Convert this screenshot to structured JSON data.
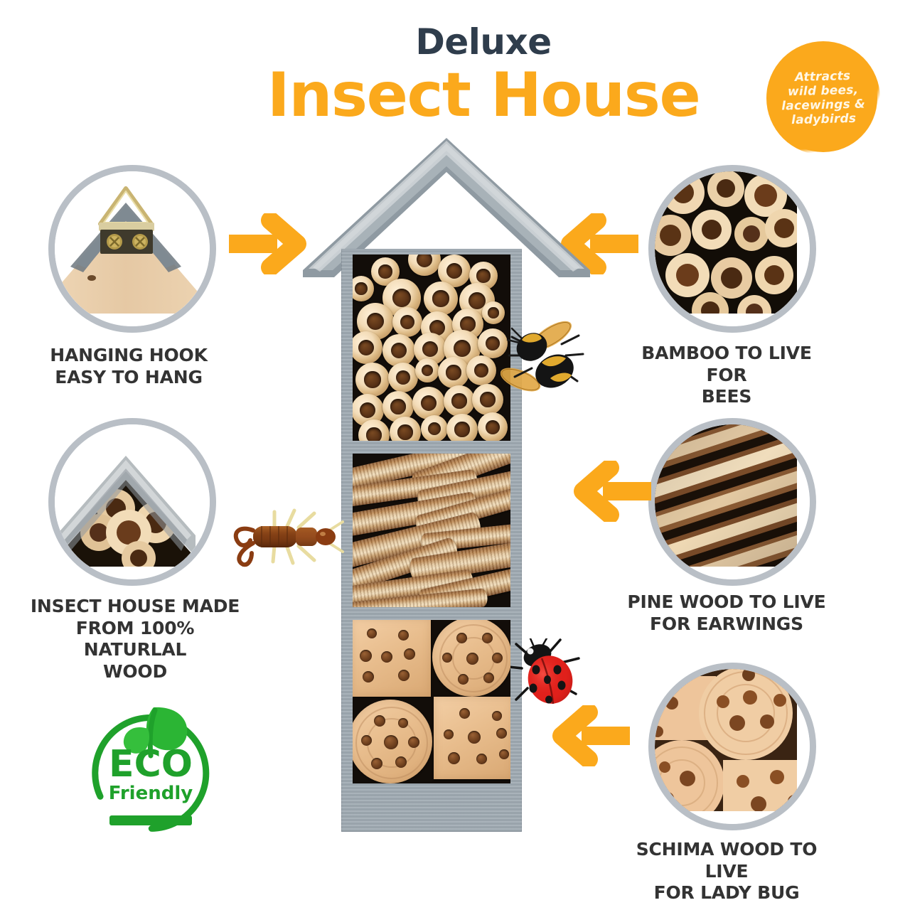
{
  "title": {
    "eyebrow": "Deluxe",
    "main": "Insect House"
  },
  "badge": {
    "text": "Attracts\nwild bees,\nlacewings &\nladybirds"
  },
  "eco": {
    "word": "ECO",
    "sub": "Friendly"
  },
  "features": {
    "left": [
      {
        "caption": "HANGING HOOK\nEASY TO HANG",
        "inset": "hanging-hook-closeup"
      },
      {
        "caption": "INSECT HOUSE MADE\nFROM 100% NATURLAL\nWOOD",
        "inset": "roof-wood-closeup"
      }
    ],
    "right": [
      {
        "caption": "BAMBOO TO LIVE FOR\nBEES",
        "inset": "bamboo-tubes-closeup"
      },
      {
        "caption": "PINE WOOD TO LIVE\nFOR EARWINGS",
        "inset": "pine-wood-closeup"
      },
      {
        "caption": "SCHIMA WOOD TO LIVE\nFOR LADY BUG",
        "inset": "schima-wood-closeup"
      }
    ]
  },
  "product": {
    "compartments": [
      {
        "name": "bamboo-compartment",
        "fill": "bamboo tubes"
      },
      {
        "name": "pine-compartment",
        "fill": "pine wood strips"
      },
      {
        "name": "schima-compartment",
        "fill": "drilled schima wood blocks"
      }
    ],
    "insects": [
      "bumblebee",
      "earwig",
      "ladybird"
    ]
  },
  "colors": {
    "accent_orange": "#FBA91C",
    "title_navy": "#2F3D4C",
    "caption_dark": "#333333",
    "frame_gray": "#9FAAB2",
    "inset_ring": "#B9BFC6",
    "eco_green": "#1FA12B"
  }
}
